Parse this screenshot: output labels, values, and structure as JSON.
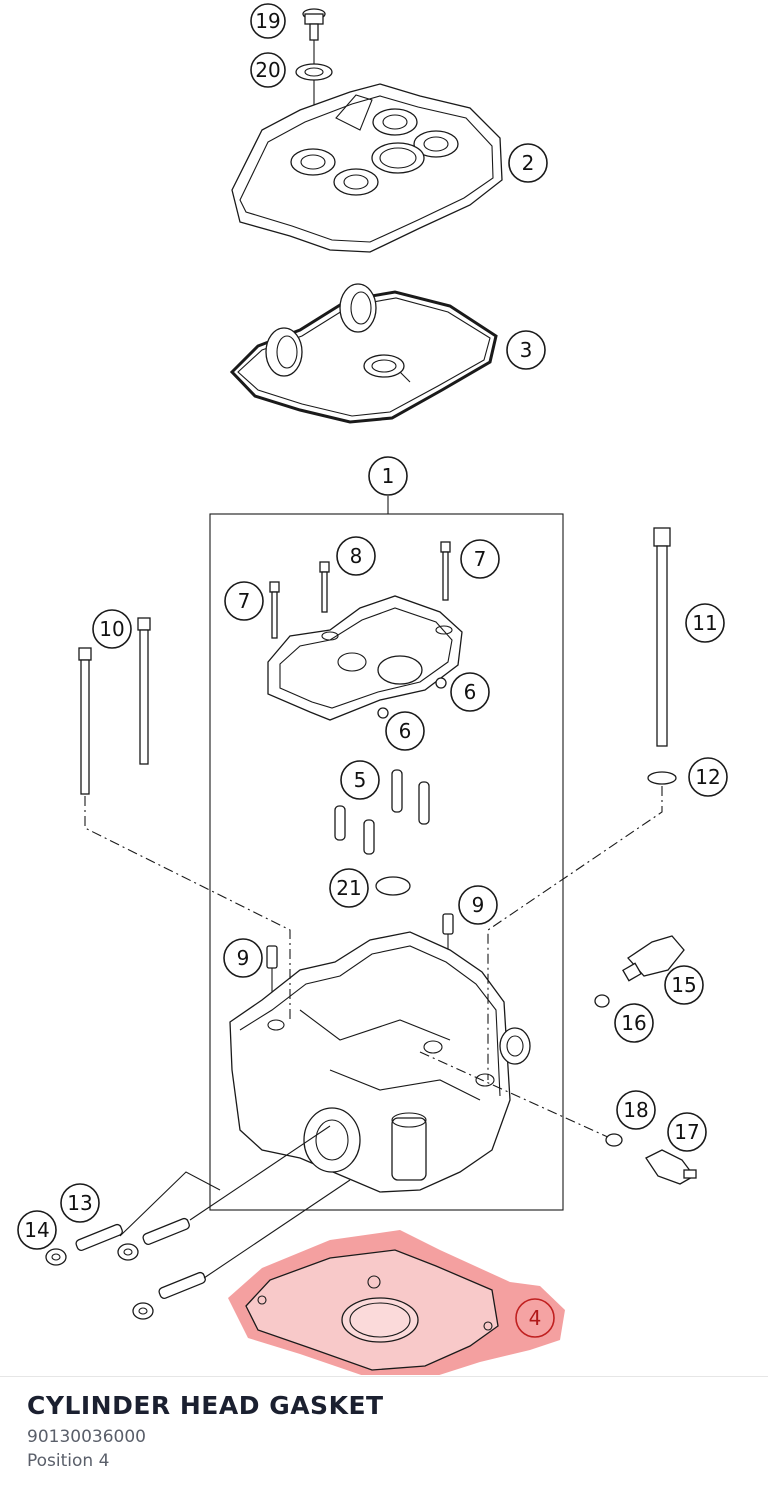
{
  "diagram": {
    "callouts": [
      "19",
      "20",
      "2",
      "3",
      "1",
      "8",
      "7",
      "7",
      "10",
      "11",
      "6",
      "6",
      "5",
      "12",
      "21",
      "9",
      "9",
      "15",
      "16",
      "18",
      "17",
      "13",
      "14",
      "4"
    ],
    "highlight_color": "#f08080",
    "selected_callout": "4"
  },
  "part": {
    "title": "CYLINDER HEAD GASKET",
    "number": "90130036000",
    "position": "Position 4"
  }
}
